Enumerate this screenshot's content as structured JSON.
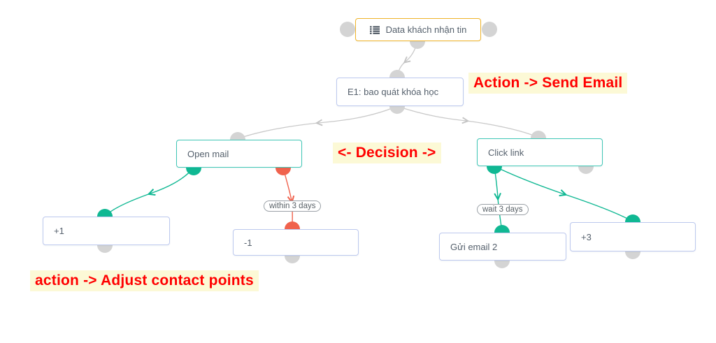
{
  "diagram": {
    "nodes": {
      "source": {
        "label": "Data khách nhận tin",
        "icon": "list-icon"
      },
      "email1": {
        "label": "E1: bao quát khóa học"
      },
      "open_mail": {
        "label": "Open mail"
      },
      "click_link": {
        "label": "Click link"
      },
      "plus1": {
        "label": "+1"
      },
      "minus1": {
        "label": "-1"
      },
      "email2": {
        "label": "Gửi email 2"
      },
      "plus3": {
        "label": "+3"
      }
    },
    "edge_labels": {
      "within_3_days": "within 3 days",
      "wait_3_days": "wait 3 days"
    },
    "annotations": {
      "action_send_email": "Action -> Send Email",
      "decision": "<- Decision ->",
      "action_adjust": "action -> Adjust contact points"
    },
    "colors": {
      "source_border": "#f0b429",
      "action_node_border": "#bcc8ee",
      "decision_node_border": "#3fc6b5",
      "edge_gray": "#c9c9c9",
      "edge_green": "#10b893",
      "edge_red": "#f0624d",
      "port_gray": "#d4d4d4",
      "annotation_text": "#ff0000",
      "annotation_bg": "#fcf9d6"
    }
  }
}
